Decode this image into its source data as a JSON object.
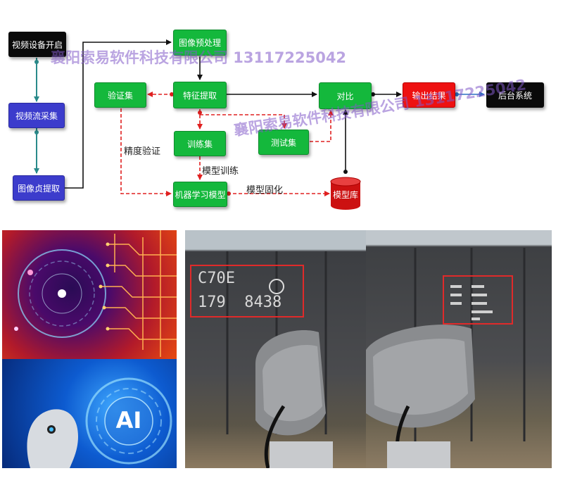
{
  "diagram": {
    "nodes": {
      "video_device_on": "视频设备开启",
      "video_capture": "视频流采集",
      "frame_extract": "图像贞提取",
      "preprocess": "图像预处理",
      "feature_extract": "特征提取",
      "validation_set": "验证集",
      "training_set": "训练集",
      "test_set": "测试集",
      "ml_model": "机器学习模型",
      "compare": "对比",
      "model_db": "模型库",
      "output_result": "输出结果",
      "backend": "后台系统"
    },
    "edge_labels": {
      "precision_validation": "精度验证",
      "model_training": "模型训练",
      "model_solidify": "模型固化"
    }
  },
  "watermark": {
    "line1": "襄阳索易软件科技有限公司 13117225042",
    "line2": "襄阳索易软件科技有限公司 13117225042"
  },
  "photos": {
    "ai_badge": "AI",
    "wagon1_code_top": "C70E",
    "wagon1_code_bottom": "179  8438"
  },
  "colors": {
    "green": "#14b83c",
    "blue": "#3c3ccc",
    "red": "#ee1111",
    "black": "#0a0a0a"
  }
}
